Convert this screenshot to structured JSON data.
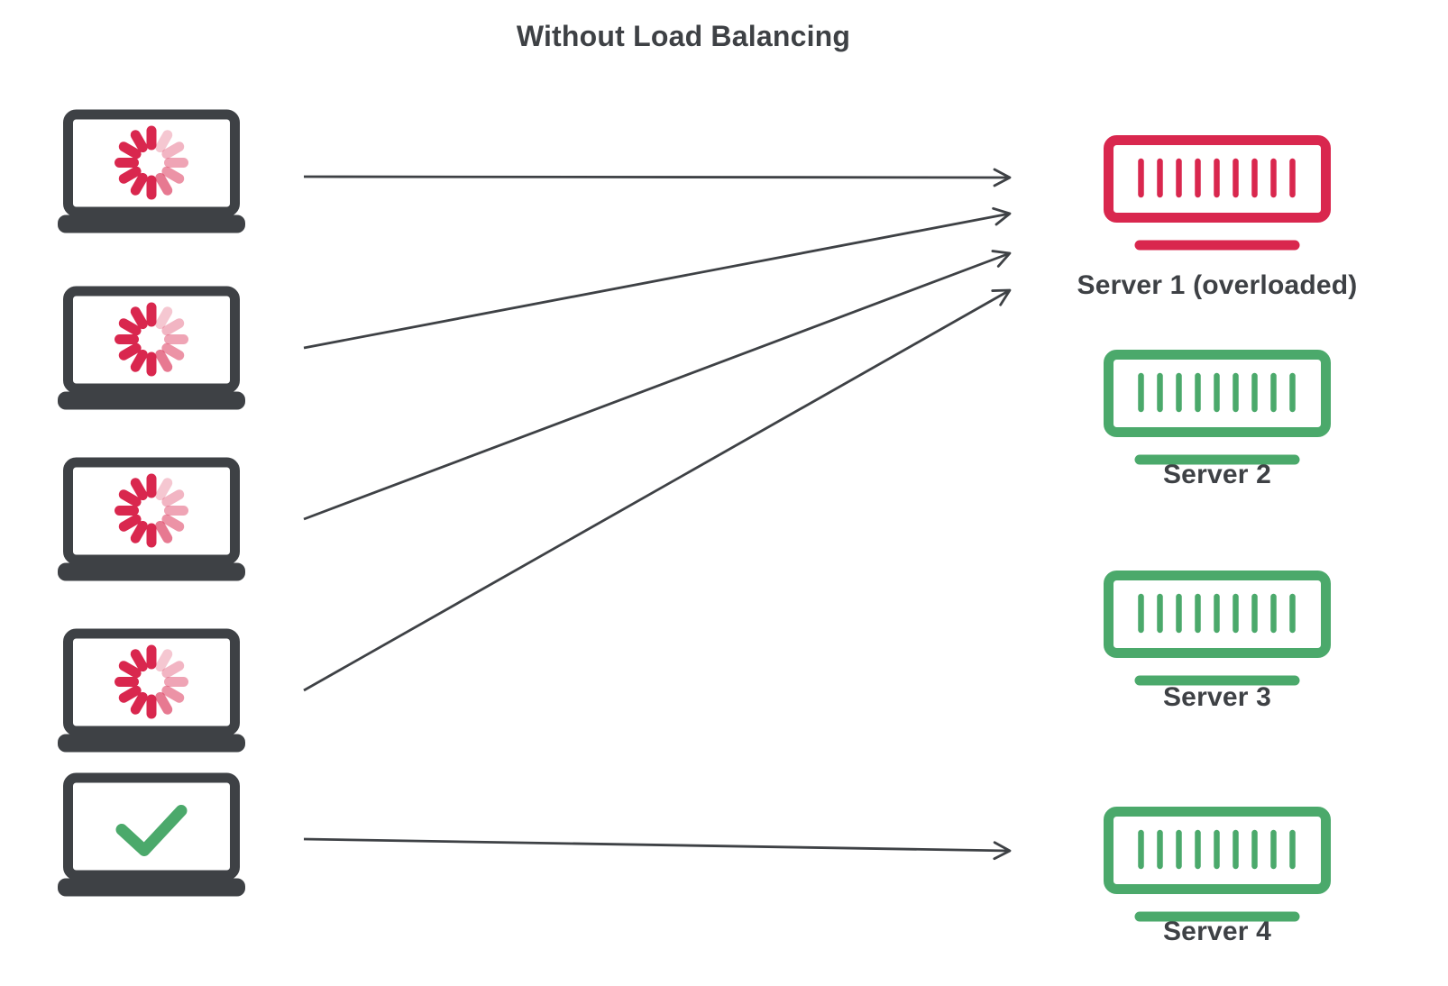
{
  "title": "Without Load Balancing",
  "colors": {
    "dark": "#3E4145",
    "red": "#D9274E",
    "green": "#4BA96B",
    "text": "#3E4145",
    "background": "#FFFFFF"
  },
  "clients": [
    {
      "id": "client-1",
      "icon": "loading-spinner-icon",
      "status": "loading"
    },
    {
      "id": "client-2",
      "icon": "loading-spinner-icon",
      "status": "loading"
    },
    {
      "id": "client-3",
      "icon": "loading-spinner-icon",
      "status": "loading"
    },
    {
      "id": "client-4",
      "icon": "loading-spinner-icon",
      "status": "loading"
    },
    {
      "id": "client-5",
      "icon": "check-icon",
      "status": "served"
    }
  ],
  "servers": [
    {
      "id": "server-1",
      "label": "Server 1 (overloaded)",
      "status": "overloaded"
    },
    {
      "id": "server-2",
      "label": "Server 2",
      "status": "idle"
    },
    {
      "id": "server-3",
      "label": "Server 3",
      "status": "idle"
    },
    {
      "id": "server-4",
      "label": "Server 4",
      "status": "idle"
    }
  ],
  "connections": [
    {
      "from": "client-1",
      "to": "server-1"
    },
    {
      "from": "client-2",
      "to": "server-1"
    },
    {
      "from": "client-3",
      "to": "server-1"
    },
    {
      "from": "client-4",
      "to": "server-1"
    },
    {
      "from": "client-5",
      "to": "server-4"
    }
  ]
}
